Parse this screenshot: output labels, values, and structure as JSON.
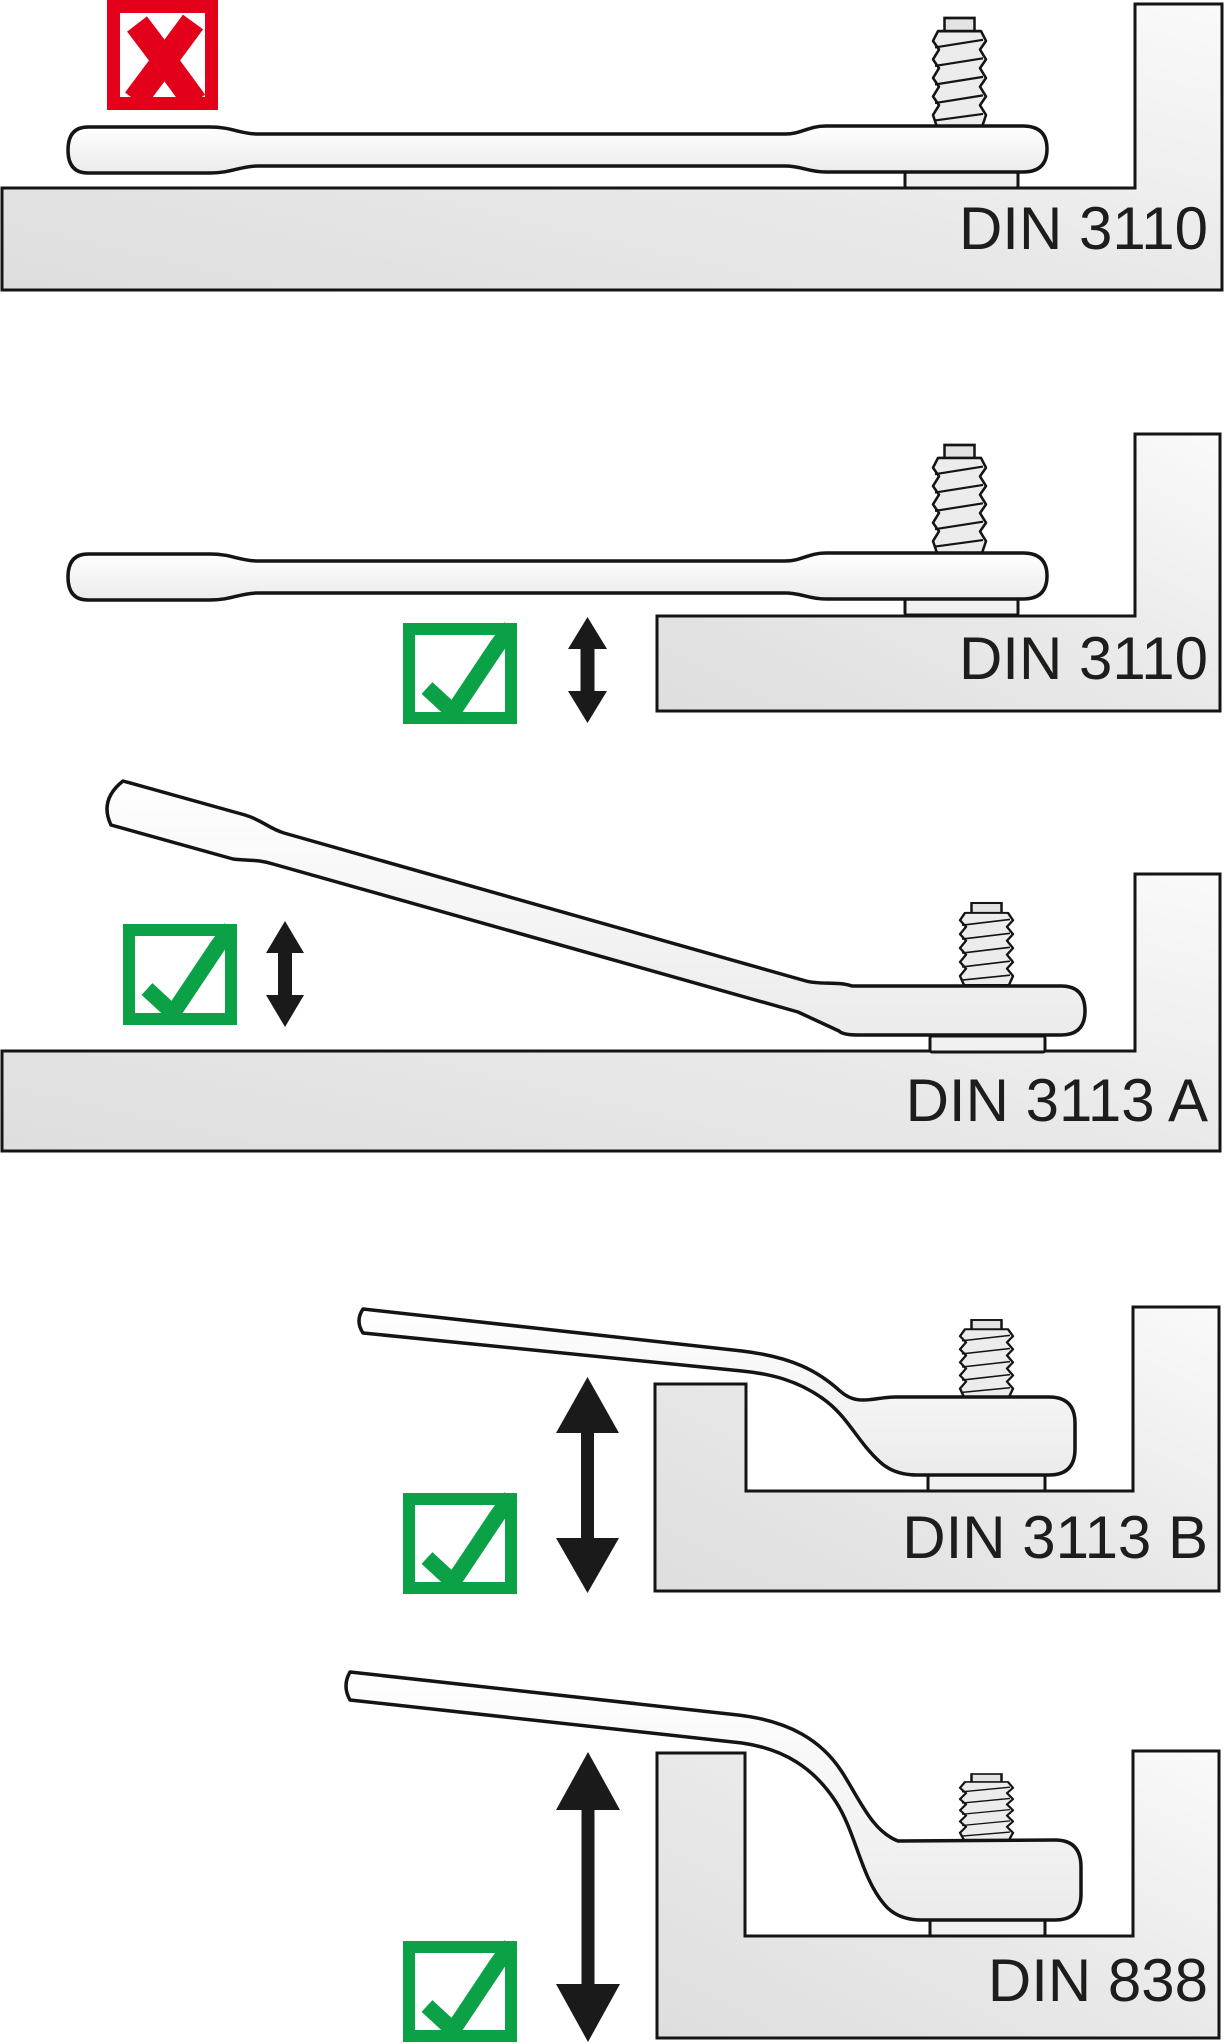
{
  "title": "Wrench DIN standard clearance comparison diagram",
  "colors": {
    "ok_green": "#0aa147",
    "error_red": "#e2001a",
    "arrow_black": "#1a1a1a",
    "label_color": "#1d1d1b",
    "workpiece_gray": "#e4e4e4"
  },
  "panels": [
    {
      "id": "panel-1",
      "label": "DIN 3110",
      "status": "not-ok",
      "status_icon": "x-mark-icon",
      "clearance_arrow": "none"
    },
    {
      "id": "panel-2",
      "label": "DIN 3110",
      "status": "ok",
      "status_icon": "check-mark-icon",
      "clearance_arrow": "small"
    },
    {
      "id": "panel-3",
      "label": "DIN 3113 A",
      "status": "ok",
      "status_icon": "check-mark-icon",
      "clearance_arrow": "small"
    },
    {
      "id": "panel-4",
      "label": "DIN 3113 B",
      "status": "ok",
      "status_icon": "check-mark-icon",
      "clearance_arrow": "large"
    },
    {
      "id": "panel-5",
      "label": "DIN 838",
      "status": "ok",
      "status_icon": "check-mark-icon",
      "clearance_arrow": "large"
    }
  ]
}
